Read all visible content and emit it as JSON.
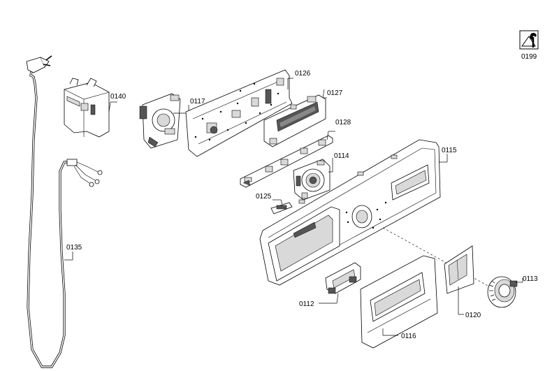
{
  "diagram": {
    "service_icon": {
      "icon": "service-manual-icon",
      "label": "0199"
    },
    "parts": [
      {
        "id": "0140"
      },
      {
        "id": "0117"
      },
      {
        "id": "0126"
      },
      {
        "id": "0127"
      },
      {
        "id": "0128"
      },
      {
        "id": "0114"
      },
      {
        "id": "0115"
      },
      {
        "id": "0125"
      },
      {
        "id": "0135"
      },
      {
        "id": "0112"
      },
      {
        "id": "0116"
      },
      {
        "id": "0120"
      },
      {
        "id": "0113"
      }
    ]
  }
}
